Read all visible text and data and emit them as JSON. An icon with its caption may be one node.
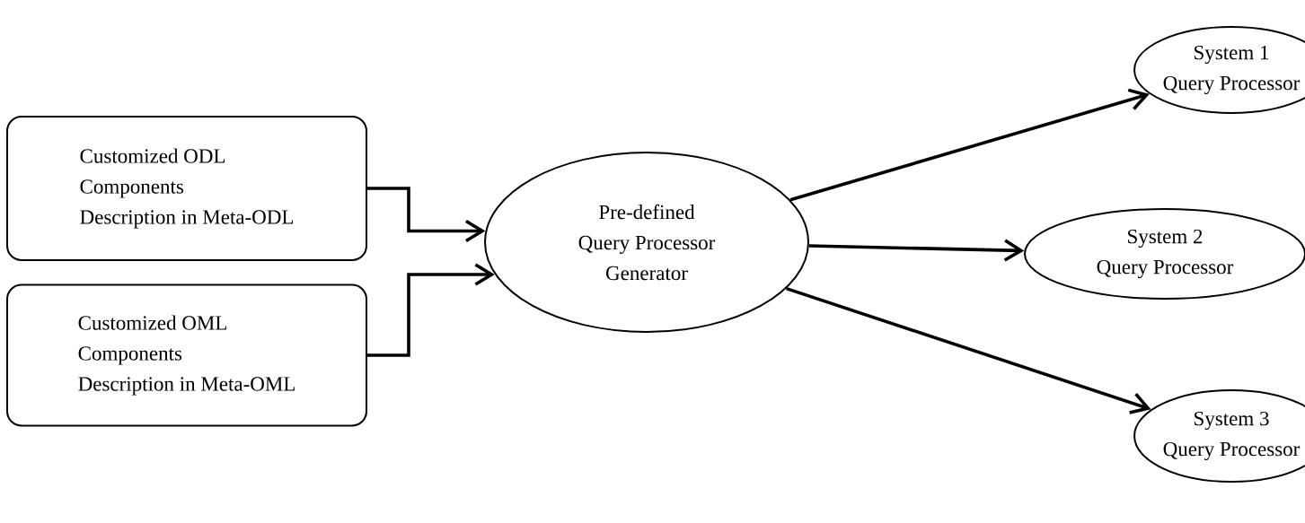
{
  "diagram": {
    "nodes": [
      {
        "text": [
          "Customized ODL",
          "Components",
          "Description in Meta-ODL"
        ]
      },
      {
        "text": [
          "Customized OML",
          "Components",
          "Description in Meta-OML"
        ]
      },
      {
        "text": [
          "Pre-defined",
          "Query Processor",
          "Generator"
        ]
      },
      {
        "text": [
          "System 1",
          "Query Processor"
        ]
      },
      {
        "text": [
          "System 2",
          "Query Processor"
        ]
      },
      {
        "text": [
          "System 3",
          "Query Processor"
        ]
      }
    ],
    "edges": [
      {
        "from": 0,
        "to": 2,
        "arrow": "to"
      },
      {
        "from": 1,
        "to": 2,
        "arrow": "to"
      },
      {
        "from": 2,
        "to": 3,
        "arrow": "to"
      },
      {
        "from": 2,
        "to": 4,
        "arrow": "to"
      },
      {
        "from": 2,
        "to": 5,
        "arrow": "to"
      }
    ]
  }
}
